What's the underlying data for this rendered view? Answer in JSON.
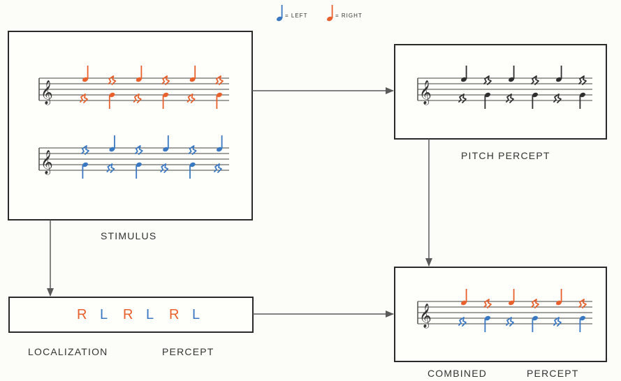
{
  "legend": {
    "left_text": "= LEFT",
    "right_text": "= RIGHT",
    "left_color": "#3a78c2",
    "right_color": "#e8602c"
  },
  "labels": {
    "stimulus": "STIMULUS",
    "pitch_percept": "PITCH PERCEPT",
    "localization": "LOCALIZATION",
    "localization_percept": "PERCEPT",
    "combined": "COMBINED",
    "combined_percept": "PERCEPT"
  },
  "localization_sequence": [
    "R",
    "L",
    "R",
    "L",
    "R",
    "L"
  ],
  "colors": {
    "orange": "#e8602c",
    "blue": "#3a78c2",
    "black": "#333333",
    "line": "#555555"
  }
}
